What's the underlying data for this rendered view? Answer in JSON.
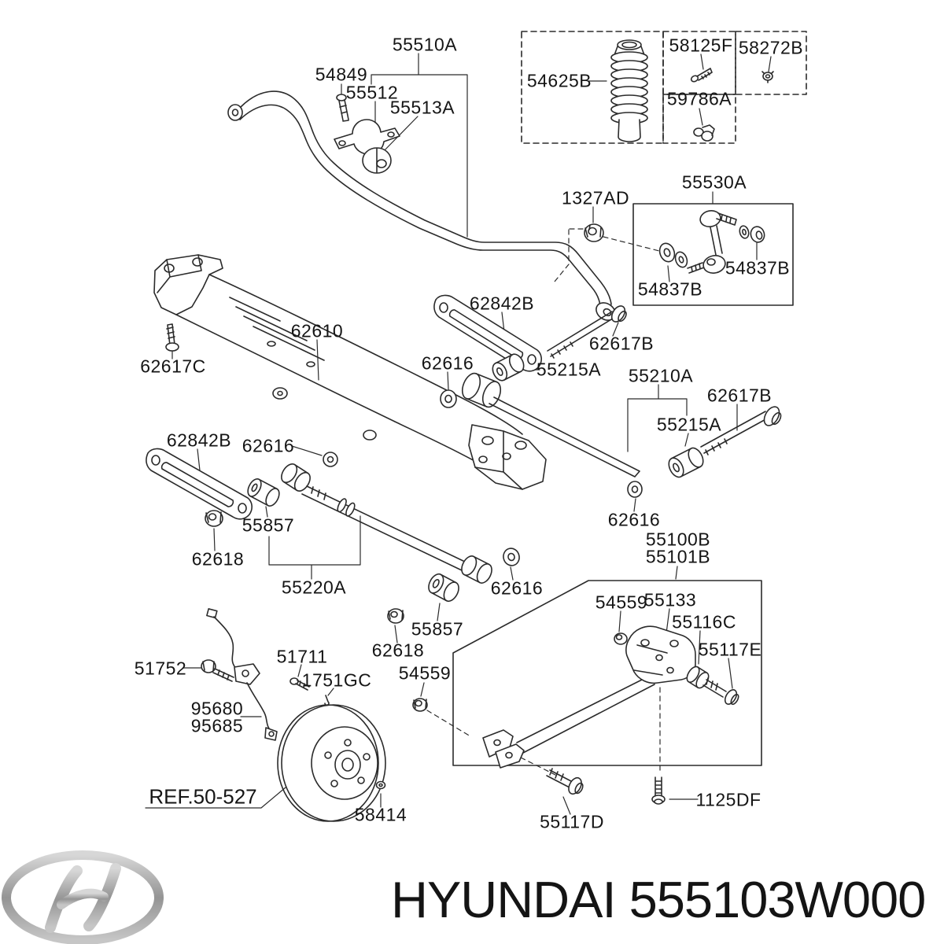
{
  "footer": {
    "brand": "HYUNDAI",
    "part_number": "555103W000"
  },
  "reference": {
    "text": "REF.50-527"
  },
  "icons": {
    "logo": "hyundai-logo-oval-h"
  },
  "labels": [
    {
      "text": "55510A"
    },
    {
      "text": "54849"
    },
    {
      "text": "55512"
    },
    {
      "text": "55513A"
    },
    {
      "text": "54625B"
    },
    {
      "text": "58125F"
    },
    {
      "text": "58272B"
    },
    {
      "text": "59786A"
    },
    {
      "text": "1327AD"
    },
    {
      "text": "55530A"
    },
    {
      "text": "54837B"
    },
    {
      "text": "54837B"
    },
    {
      "text": "62842B"
    },
    {
      "text": "62617B"
    },
    {
      "text": "62610"
    },
    {
      "text": "62617C"
    },
    {
      "text": "62616"
    },
    {
      "text": "55215A"
    },
    {
      "text": "55210A"
    },
    {
      "text": "55215A"
    },
    {
      "text": "62617B"
    },
    {
      "text": "62616"
    },
    {
      "text": "62842B"
    },
    {
      "text": "55857"
    },
    {
      "text": "62618"
    },
    {
      "text": "55220A"
    },
    {
      "text": "62616"
    },
    {
      "text": "55857"
    },
    {
      "text": "62618"
    },
    {
      "text": "54559"
    },
    {
      "text": "62616"
    },
    {
      "text": "55100B"
    },
    {
      "text": "55101B"
    },
    {
      "text": "54559"
    },
    {
      "text": "55133"
    },
    {
      "text": "55116C"
    },
    {
      "text": "55117E"
    },
    {
      "text": "55117D"
    },
    {
      "text": "1125DF"
    },
    {
      "text": "51752"
    },
    {
      "text": "51711"
    },
    {
      "text": "1751GC"
    },
    {
      "text": "95680"
    },
    {
      "text": "95685"
    },
    {
      "text": "58414"
    }
  ]
}
